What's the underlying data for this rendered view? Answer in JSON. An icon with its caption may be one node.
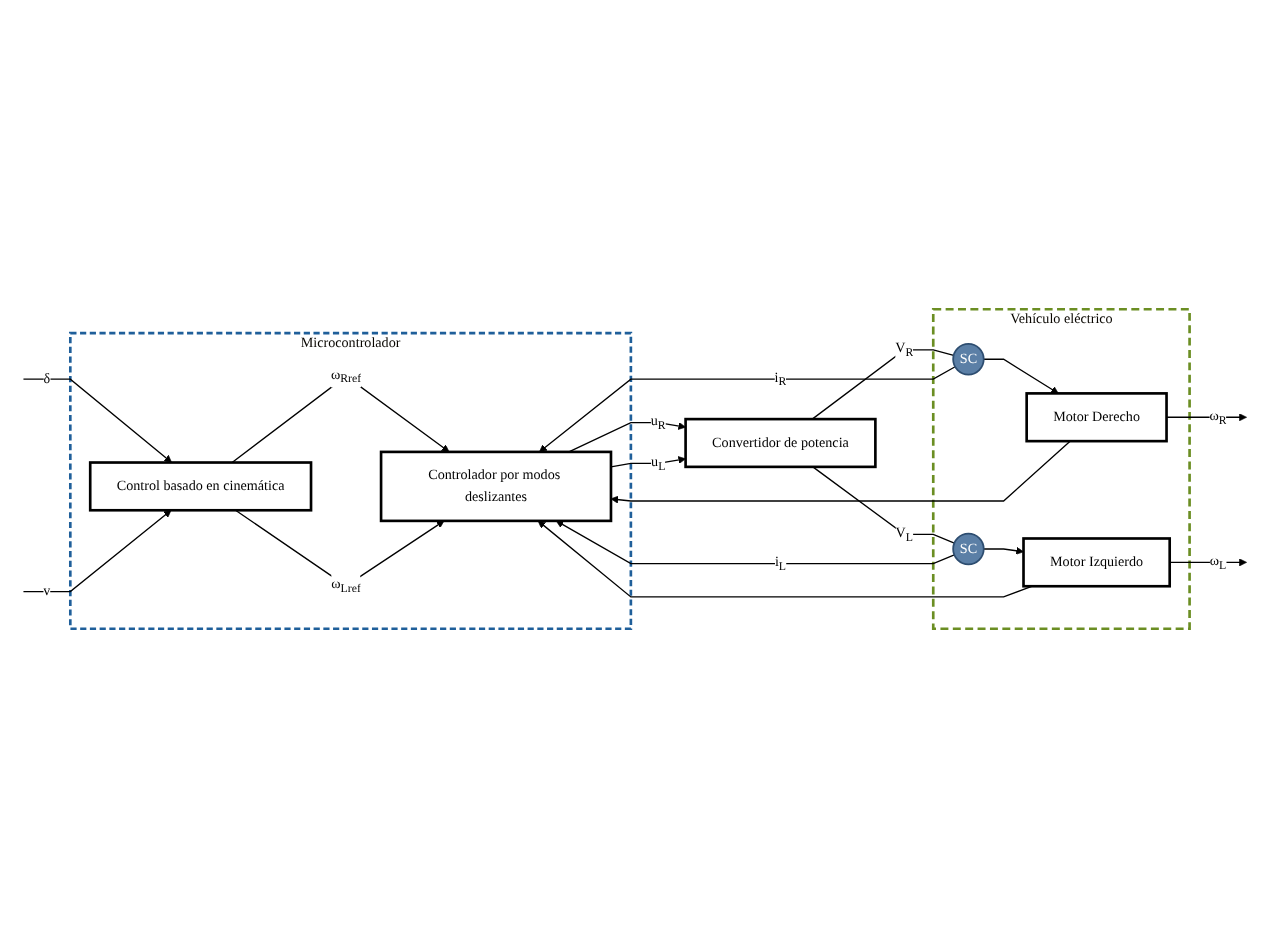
{
  "diagram": {
    "nodes": [
      {
        "text": [
          "Microcontrolador"
        ]
      },
      {
        "text": [
          "Control basado en cinemática"
        ],
        "in": 0
      },
      {
        "text": [
          "Controlador por modos deslizantes"
        ],
        "in": 0
      },
      {
        "text": [
          "Convertidor de potencia"
        ]
      },
      {
        "text": [
          "Vehículo eléctrico"
        ]
      },
      {
        "text": [
          "SC"
        ],
        "in": 4
      },
      {
        "text": [
          "Motor Derecho"
        ],
        "in": 4
      },
      {
        "text": [
          "SC"
        ],
        "in": 4
      },
      {
        "text": [
          "Motor Izquierdo"
        ],
        "in": 4
      }
    ],
    "edges": [
      {
        "from": null,
        "to": 1,
        "arrow": "to",
        "label": "δ"
      },
      {
        "from": null,
        "to": 1,
        "arrow": "to",
        "label": "v"
      },
      {
        "from": 1,
        "to": 2,
        "arrow": "to",
        "label": "ω$_{Rref}$"
      },
      {
        "from": 1,
        "to": 2,
        "arrow": "to",
        "label": "ω$_{Lref}$"
      },
      {
        "from": 2,
        "to": 3,
        "arrow": "to",
        "label": "u$_{R}$"
      },
      {
        "from": 2,
        "to": 3,
        "arrow": "to",
        "label": "u$_{L}$"
      },
      {
        "from": 3,
        "to": 5,
        "arrow": "none",
        "label": "V$_{R}$"
      },
      {
        "from": 3,
        "to": 7,
        "arrow": "none",
        "label": "V$_{L}$"
      },
      {
        "from": 5,
        "to": 6,
        "arrow": "to"
      },
      {
        "from": 7,
        "to": 8,
        "arrow": "to"
      },
      {
        "from": 5,
        "to": 2,
        "arrow": "to",
        "label": "i$_{R}$"
      },
      {
        "from": 7,
        "to": 2,
        "arrow": "to",
        "label": "i$_{L}$"
      },
      {
        "from": 6,
        "to": null,
        "arrow": "to",
        "label": "ω$_{R}$"
      },
      {
        "from": 8,
        "to": null,
        "arrow": "to",
        "label": "ω$_{L}$"
      },
      {
        "from": 6,
        "to": 2,
        "arrow": "to"
      },
      {
        "from": 8,
        "to": 2,
        "arrow": "to"
      }
    ]
  }
}
